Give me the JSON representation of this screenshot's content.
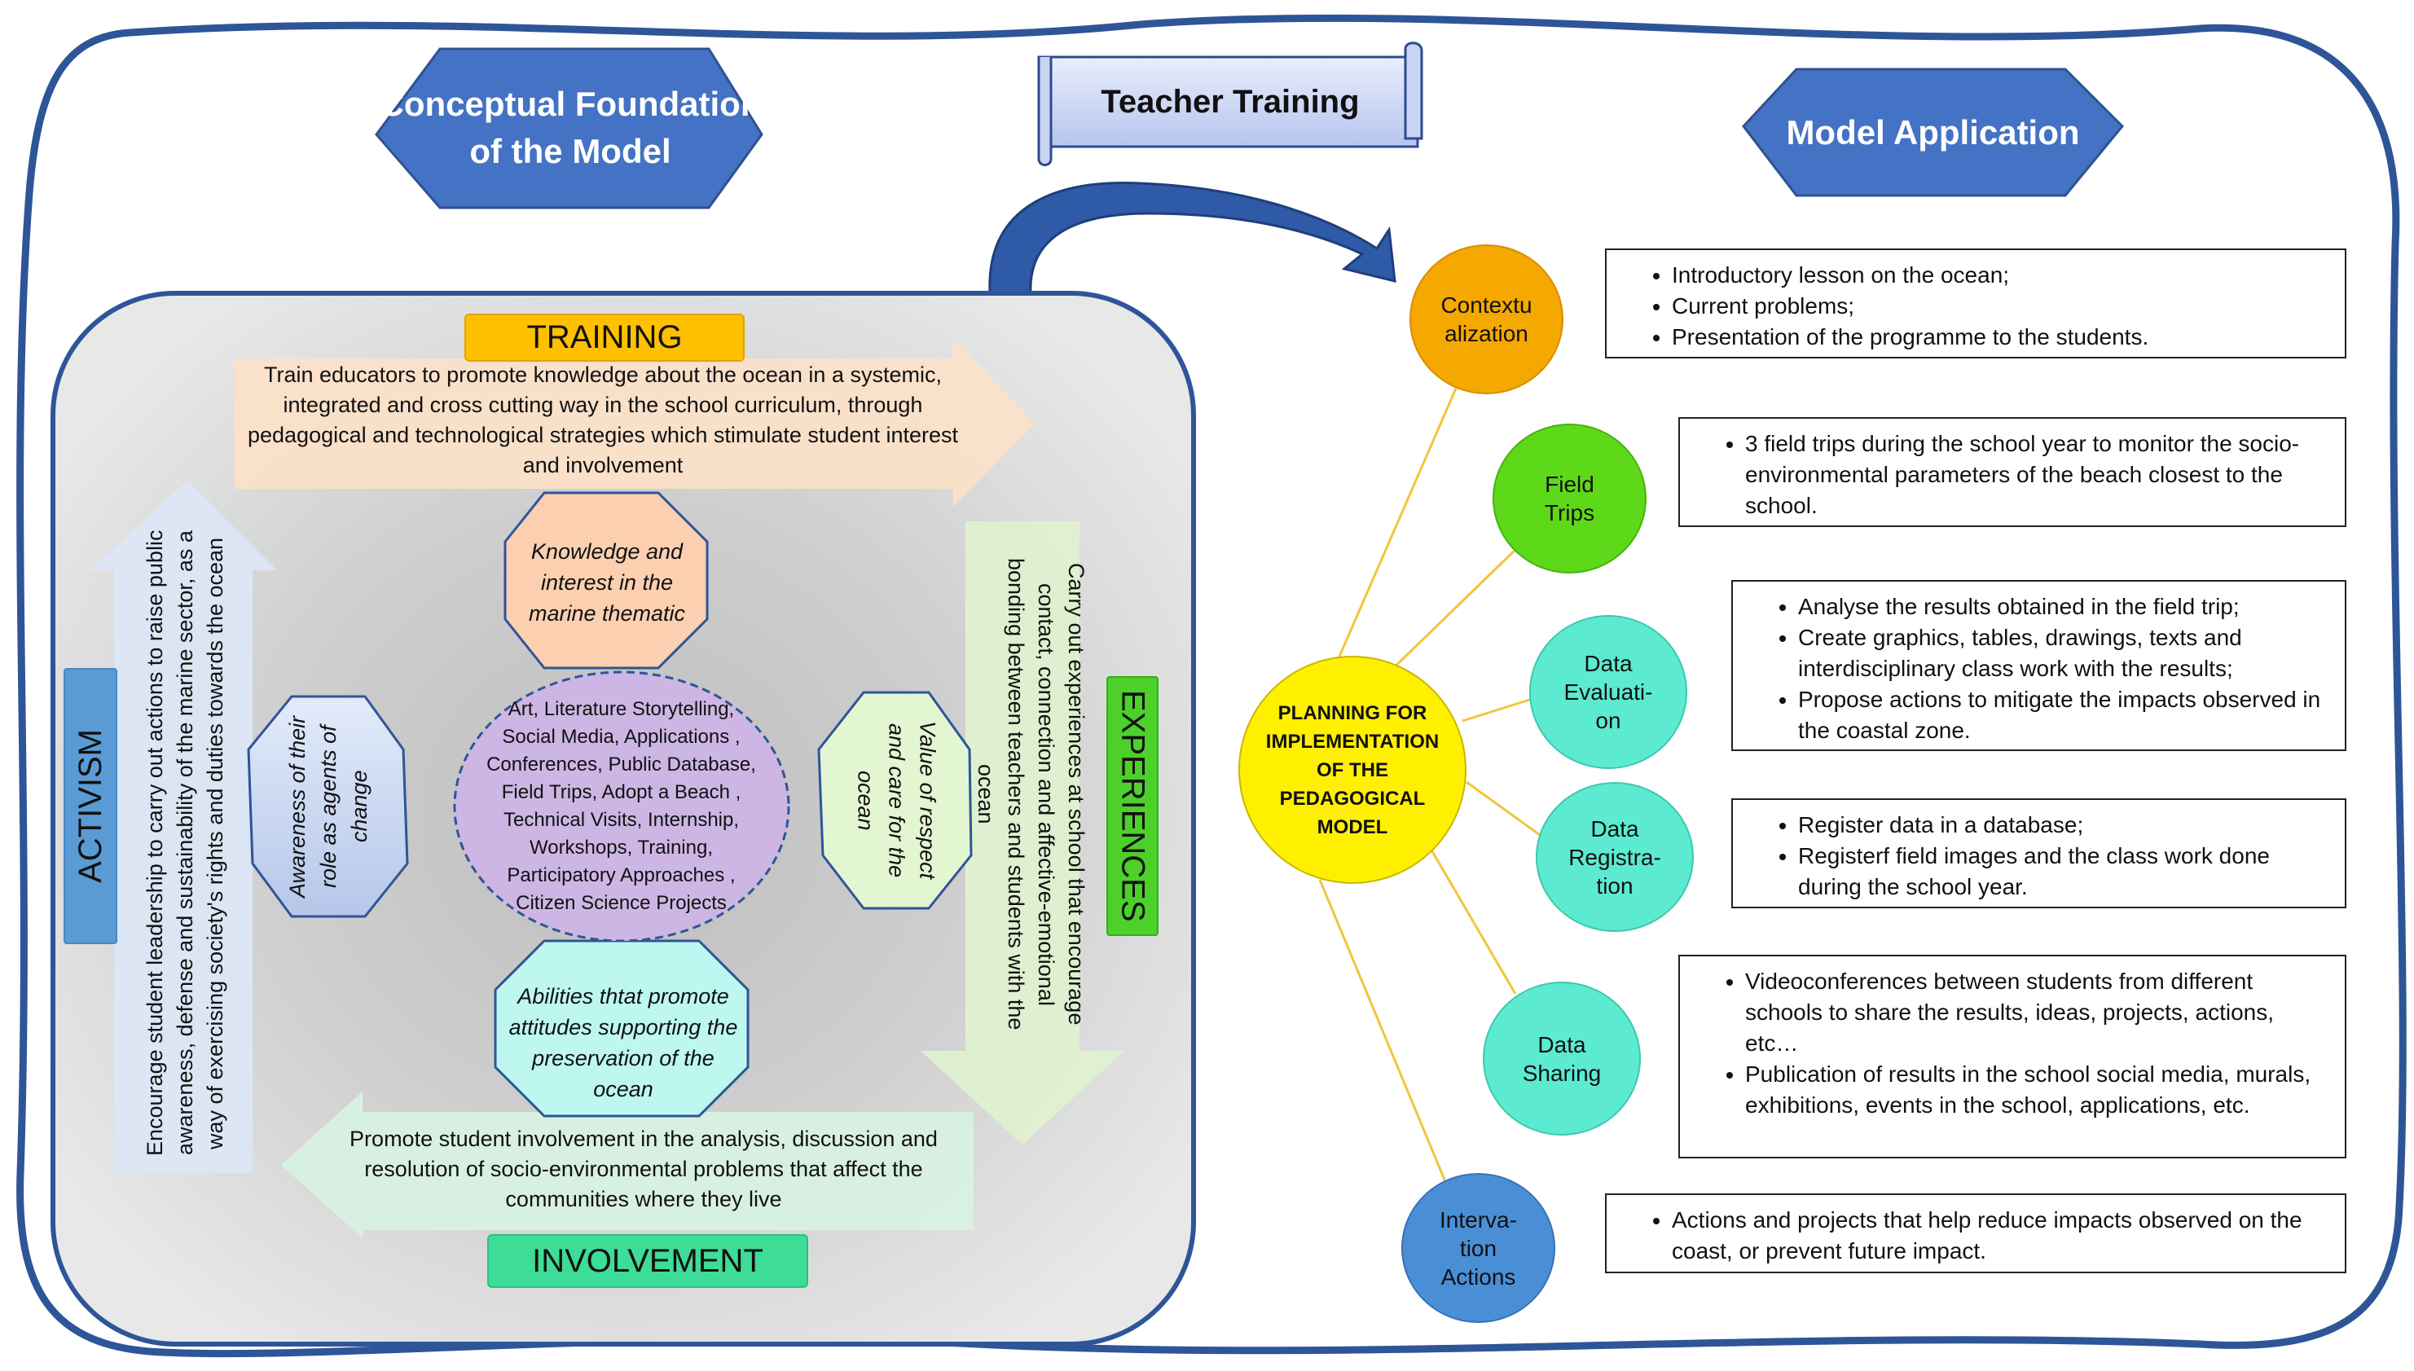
{
  "header": {
    "conceptual_title": "Conceptual Foundation of the Model",
    "teacher_training": "Teacher Training",
    "model_application": "Model Application"
  },
  "training": {
    "label": "TRAINING",
    "text": "Train educators to promote knowledge about the ocean in a systemic, integrated and cross cutting way in the school curriculum, through pedagogical and technological strategies which stimulate student interest and involvement"
  },
  "activism": {
    "label": "ACTIVISM",
    "text": "Encourage student leadership to carry out actions to raise public awareness, defense and sustainability of the marine sector, as a way of exercising society's rights and duties towards the ocean"
  },
  "experiences": {
    "label": "EXPERIENCES",
    "text": "Carry out experiences at school that encourage contact, connection and affective-emotional bonding between teachers and students with the ocean"
  },
  "involvement": {
    "label": "INVOLVEMENT",
    "text": "Promote student involvement in the analysis, discussion and resolution of socio-environmental problems that affect the communities where they live"
  },
  "octagons": {
    "knowledge": "Knowledge and interest in the marine thematic",
    "awareness": "Awareness of their role as agents of change",
    "value": "Value of respect and care for the ocean",
    "abilities": "Abilities thtat promote attitudes supporting the preservation of the ocean"
  },
  "center_oval": "Art, Literature Storytelling, Social Media, Applications , Conferences, Public Database, Field Trips, Adopt a Beach , Technical Visits, Internship, Workshops, Training, Participatory Approaches , Citizen Science Projects",
  "planning": "PLANNING FOR IMPLEMENTATION OF THE PEDAGOGICAL MODEL",
  "steps": [
    {
      "label": "Contextu alization",
      "items": [
        "Introductory lesson on the ocean;",
        "Current problems;",
        "Presentation of the programme to the students."
      ]
    },
    {
      "label": "Field Trips",
      "items": [
        "3 field trips during the school year to monitor the socio-environmental parameters of the beach closest to the school."
      ]
    },
    {
      "label": "Data Evaluati-on",
      "items": [
        "Analyse the results obtained in the field trip;",
        "Create graphics, tables, drawings, texts and interdisciplinary class work with the results;",
        "Propose actions to mitigate the impacts observed in the coastal zone."
      ]
    },
    {
      "label": "Data Registra-tion",
      "items": [
        "Register  data in a database;",
        "Registerf field images and the class work done during the school year."
      ]
    },
    {
      "label": "Data Sharing",
      "items": [
        "Videoconferences between students from different schools to share the results, ideas, projects, actions, etc…",
        "Publication of results in the school social media, murals, exhibitions, events in the school, applications, etc."
      ]
    },
    {
      "label": "Interva-tion Actions",
      "items": [
        "Actions and projects that help reduce impacts observed on the coast, or prevent future impact."
      ]
    }
  ],
  "colors": {
    "blue_hex": "#4472C4",
    "training_orange": "#FFC000",
    "experiences_green": "#4CD02A",
    "involvement_green": "#3DDC97",
    "activism_blue": "#5B9BD5",
    "contextualization": "#F5A800",
    "field_trips": "#5ED91A",
    "data_teal": "#5CEBD0",
    "intervention": "#4A8FD6",
    "planning_yellow": "#FFF000"
  }
}
